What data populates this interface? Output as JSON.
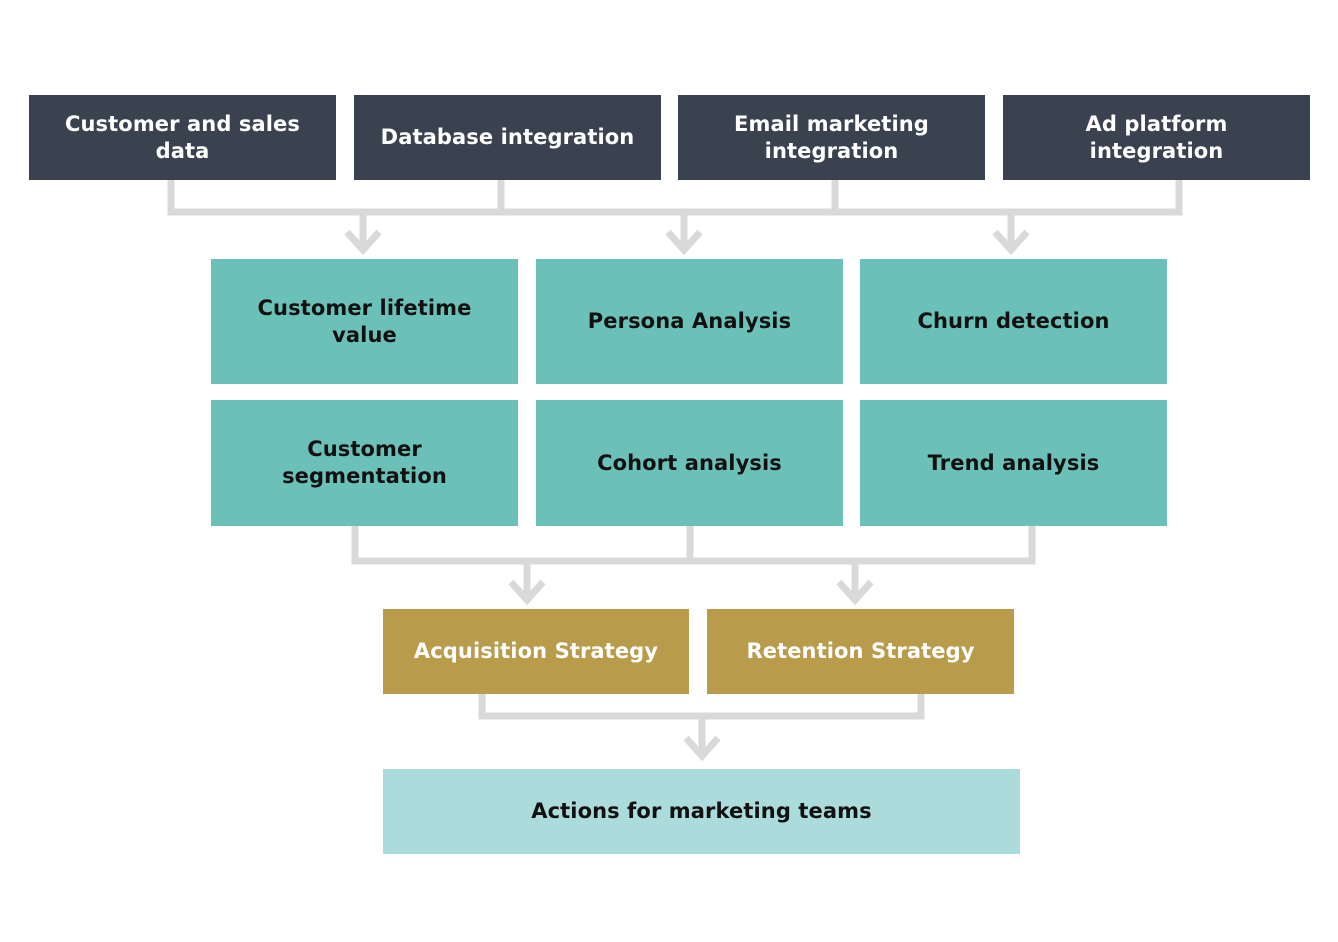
{
  "colors": {
    "source": "#3a4250",
    "analysis": "#6bc1b8",
    "strategy": "#b89b4b",
    "actions": "#acdbdb",
    "connector": "#d9d9d9"
  },
  "sources": [
    {
      "label": "Customer and sales data"
    },
    {
      "label": "Database integration"
    },
    {
      "label": "Email marketing integration"
    },
    {
      "label": "Ad platform integration"
    }
  ],
  "analyses": [
    {
      "label": "Customer lifetime value"
    },
    {
      "label": "Persona Analysis"
    },
    {
      "label": "Churn detection"
    },
    {
      "label": "Customer segmentation"
    },
    {
      "label": "Cohort analysis"
    },
    {
      "label": "Trend analysis"
    }
  ],
  "strategies": [
    {
      "label": "Acquisition Strategy"
    },
    {
      "label": "Retention Strategy"
    }
  ],
  "actions": {
    "label": "Actions for marketing teams"
  }
}
